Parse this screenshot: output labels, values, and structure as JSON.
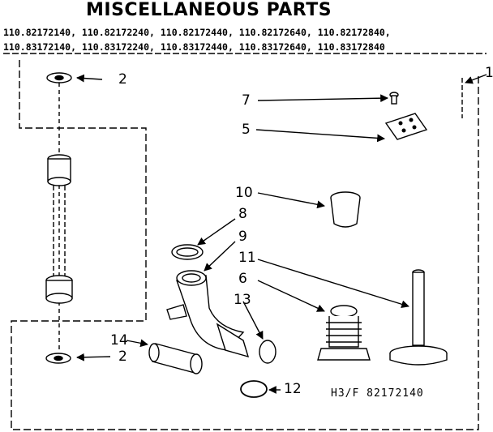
{
  "title": "MISCELLANEOUS PARTS",
  "model_numbers": {
    "line1": "110.82172140, 110.82172240, 110.82172440, 110.82172640, 110.82172840,",
    "line2": "110.83172140, 110.83172240, 110.83172440, 110.83172640, 110.83172840"
  },
  "callouts": {
    "c1": "1",
    "c2_top": "2",
    "c2_bottom": "2",
    "c5": "5",
    "c6": "6",
    "c7": "7",
    "c8": "8",
    "c9": "9",
    "c10": "10",
    "c11": "11",
    "c12": "12",
    "c13": "13",
    "c14": "14"
  },
  "footer_code": "H3/F 82172140"
}
